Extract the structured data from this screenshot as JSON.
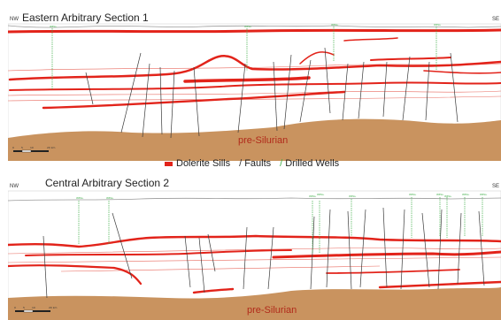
{
  "colors": {
    "sill": "#e2231a",
    "fault": "#3a3a3a",
    "well": "#3fae49",
    "basement": "#c9935f",
    "basement_text": "#b12a1a",
    "horizon": "#e86a5f"
  },
  "sections": [
    {
      "title": "Eastern Arbitrary Section 1",
      "left_dir": "NW",
      "right_dir": "SE",
      "basement_label": "pre-Silurian",
      "well_label": "WELL",
      "scale_labels": [
        "0",
        "5",
        "10",
        "20 km"
      ]
    },
    {
      "title": "Central Arbitrary Section 2",
      "left_dir": "NW",
      "right_dir": "SE",
      "basement_label": "pre-Silurian",
      "well_label": "WELL",
      "scale_labels": [
        "0",
        "5",
        "10",
        "20 km"
      ]
    }
  ],
  "legend": {
    "sills_label": "Dolerite Sills",
    "faults_icon": "fault-line-icon",
    "faults_label": "Faults",
    "wells_icon": "well-line-icon",
    "wells_label": "Drilled Wells"
  }
}
